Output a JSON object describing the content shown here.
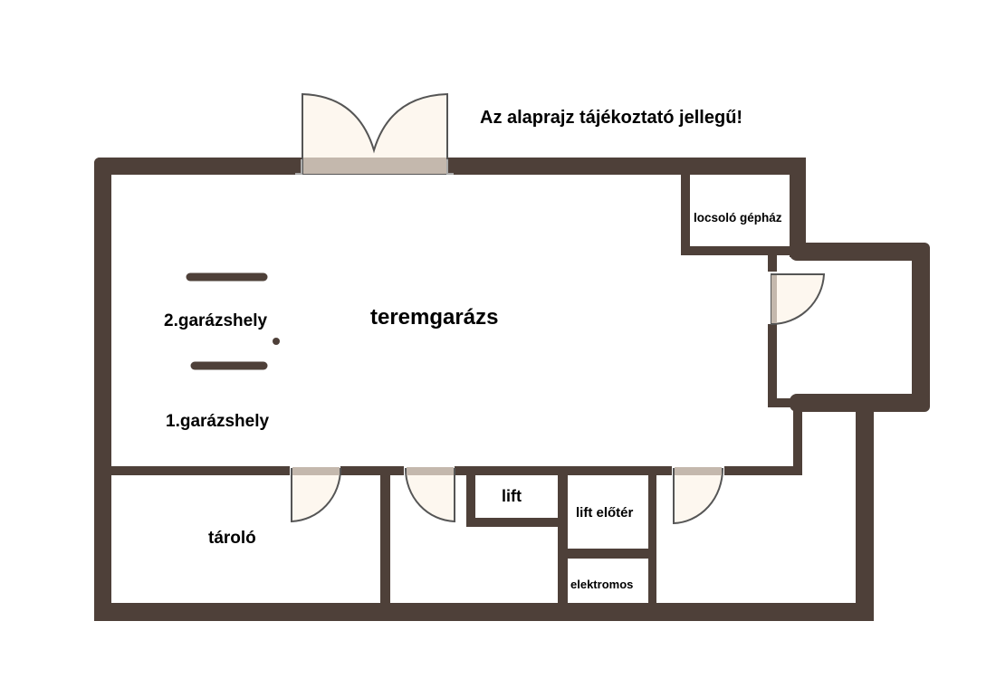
{
  "notice": "Az alaprajz tájékoztató jellegű!",
  "rooms": {
    "main": "teremgarázs",
    "parking_2": "2.garázshely",
    "parking_1": "1.garázshely",
    "irrigation": "locsoló gépház",
    "storage": "tároló",
    "lift": "lift",
    "lift_lobby": "lift előtér",
    "electrical": "elektromos"
  },
  "colors": {
    "wall": "#4e4039",
    "door": "#fdf7ef"
  }
}
